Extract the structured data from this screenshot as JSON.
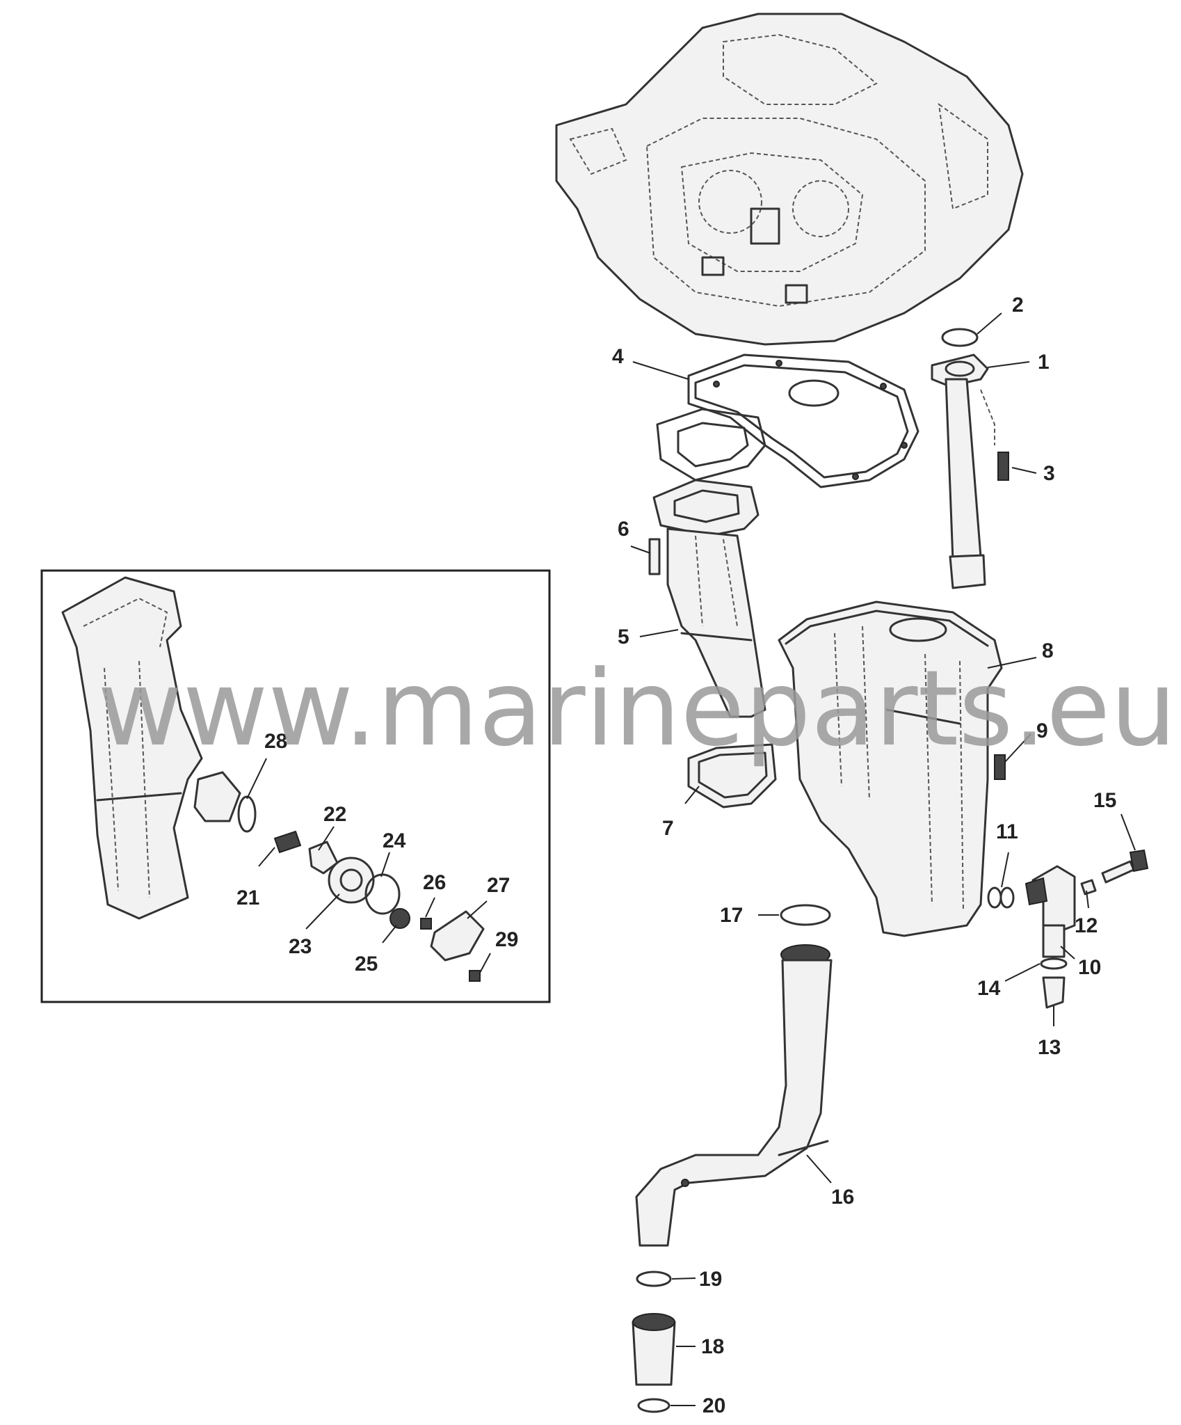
{
  "watermark": "www.marineparts.eu",
  "callouts": [
    "1",
    "2",
    "3",
    "4",
    "5",
    "6",
    "7",
    "8",
    "9",
    "10",
    "11",
    "12",
    "13",
    "14",
    "15",
    "16",
    "17",
    "18",
    "19",
    "20",
    "21",
    "22",
    "23",
    "24",
    "25",
    "26",
    "27",
    "28",
    "29"
  ]
}
